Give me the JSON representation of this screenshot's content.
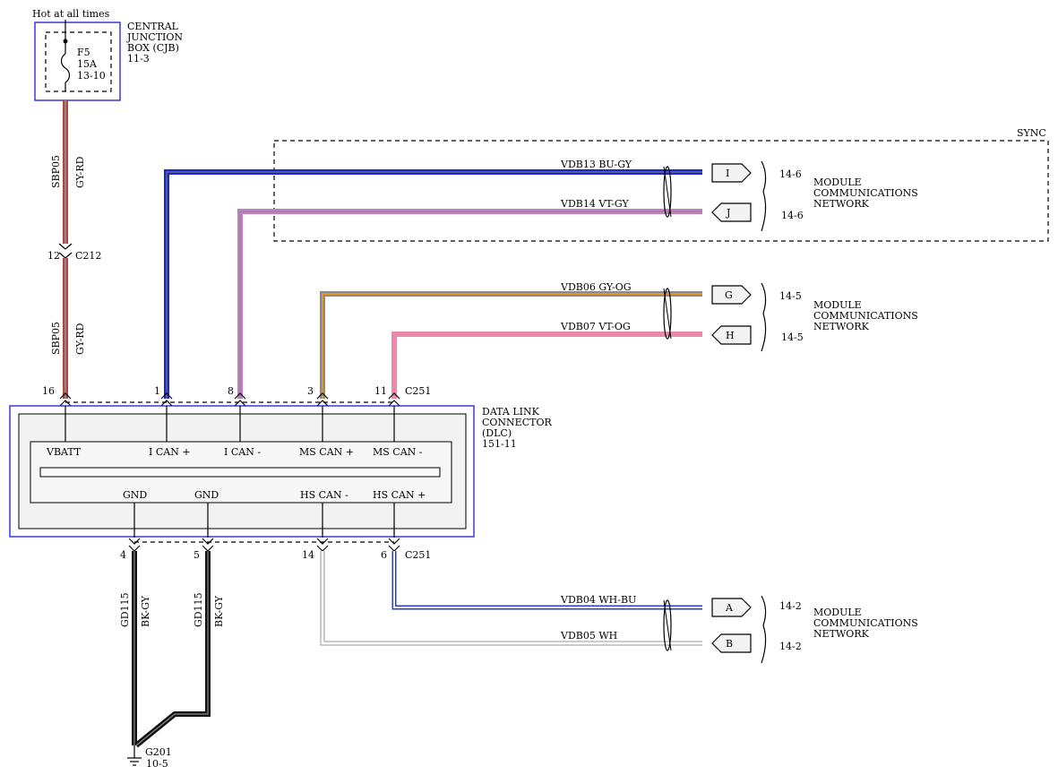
{
  "power": {
    "hot_label": "Hot at all times",
    "fuse_name": "F5",
    "fuse_rating": "15A",
    "fuse_ref": "13-10",
    "cjb_line1": "CENTRAL",
    "cjb_line2": "JUNCTION",
    "cjb_line3": "BOX (CJB)",
    "cjb_ref": "11-3"
  },
  "sync_label": "SYNC",
  "wires": {
    "sbp05_upper_circuit": "SBP05",
    "sbp05_upper_color": "GY-RD",
    "sbp05_lower_circuit": "SBP05",
    "sbp05_lower_color": "GY-RD",
    "gd115_a_circuit": "GD115",
    "gd115_a_color": "BK-GY",
    "gd115_b_circuit": "GD115",
    "gd115_b_color": "BK-GY",
    "vdb13": "VDB13  BU-GY",
    "vdb14": "VDB14  VT-GY",
    "vdb06": "VDB06  GY-OG",
    "vdb07": "VDB07  VT-OG",
    "vdb04": "VDB04  WH-BU",
    "vdb05": "VDB05  WH"
  },
  "connectors": {
    "c212_pin": "12",
    "c212_name": "C212",
    "top_pins": [
      "16",
      "1",
      "8",
      "3",
      "11"
    ],
    "c251_top": "C251",
    "bottom_pins": [
      "4",
      "5",
      "14",
      "6"
    ],
    "c251_bottom": "C251"
  },
  "dlc": {
    "line1": "DATA LINK",
    "line2": "CONNECTOR",
    "line3": "(DLC)",
    "ref": "151-11",
    "top_pin_labels": [
      "VBATT",
      "I CAN +",
      "I CAN -",
      "MS CAN +",
      "MS CAN -"
    ],
    "bottom_pin_labels": [
      "GND",
      "GND",
      "HS CAN -",
      "HS CAN +"
    ]
  },
  "network_tags": {
    "I": "I",
    "J": "J",
    "G": "G",
    "H": "H",
    "A": "A",
    "B": "B"
  },
  "network_refs": {
    "I": "14-6",
    "J": "14-6",
    "G": "14-5",
    "H": "14-5",
    "A": "14-2",
    "B": "14-2"
  },
  "mcn_groups": [
    {
      "line1": "MODULE",
      "line2": "COMMUNICATIONS",
      "line3": "NETWORK"
    },
    {
      "line1": "MODULE",
      "line2": "COMMUNICATIONS",
      "line3": "NETWORK"
    },
    {
      "line1": "MODULE",
      "line2": "COMMUNICATIONS",
      "line3": "NETWORK"
    }
  ],
  "ground": {
    "name": "G201",
    "ref": "10-5"
  },
  "colors": {
    "gy_rd_outer": "#b5443f",
    "gy_rd_inner": "#8a8a8a",
    "bu_gy": "#1b27c4",
    "vt_gy": "#c979c9",
    "gy_og": "#9a8a6a",
    "vt_og": "#e98aad",
    "wh_bu": "#2a3bd0",
    "wh": "#9a9a9a",
    "bk": "#111111",
    "box_blue": "#1c1ccf"
  }
}
